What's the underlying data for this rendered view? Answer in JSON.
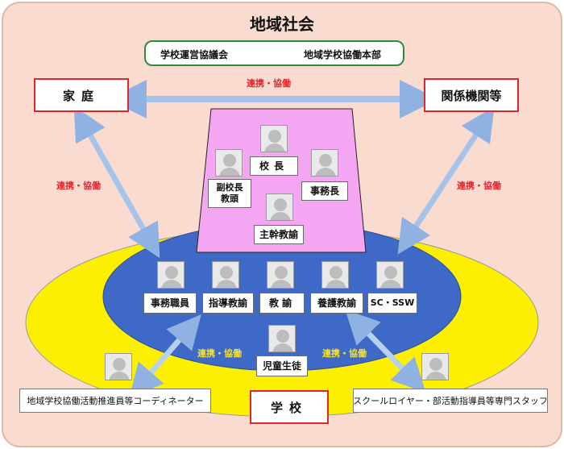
{
  "title": "地域社会",
  "council": {
    "left": "学校運営協議会",
    "right": "地域学校協働本部"
  },
  "family": "家庭",
  "agencies": "関係機関等",
  "collab_label": "連携・協働",
  "management": {
    "principal": "校長",
    "vice_line1": "副校長",
    "vice_line2": "教頭",
    "office_manager": "事務長",
    "chief_teacher": "主幹教諭"
  },
  "staff": {
    "office_staff": "事務職員",
    "guidance_teacher": "指導教諭",
    "teacher": "教諭",
    "nurse_teacher": "養護教諭",
    "counselors": "SC・SSW",
    "students": "児童生徒"
  },
  "school": "学校",
  "coordinator": "地域学校協働活動推進員等コーディネーター",
  "specialists": "スクールロイヤー・部活動指導員等専門スタッフ",
  "colors": {
    "background": "#fadbd0",
    "trapezoid": "#f4a6f2",
    "blue_ellipse": "#3e69c6",
    "yellow_ellipse": "#fcf000",
    "arrow": "#a6c4ea",
    "box_border_red": "#e0252b",
    "council_border": "#2c8c3c"
  }
}
